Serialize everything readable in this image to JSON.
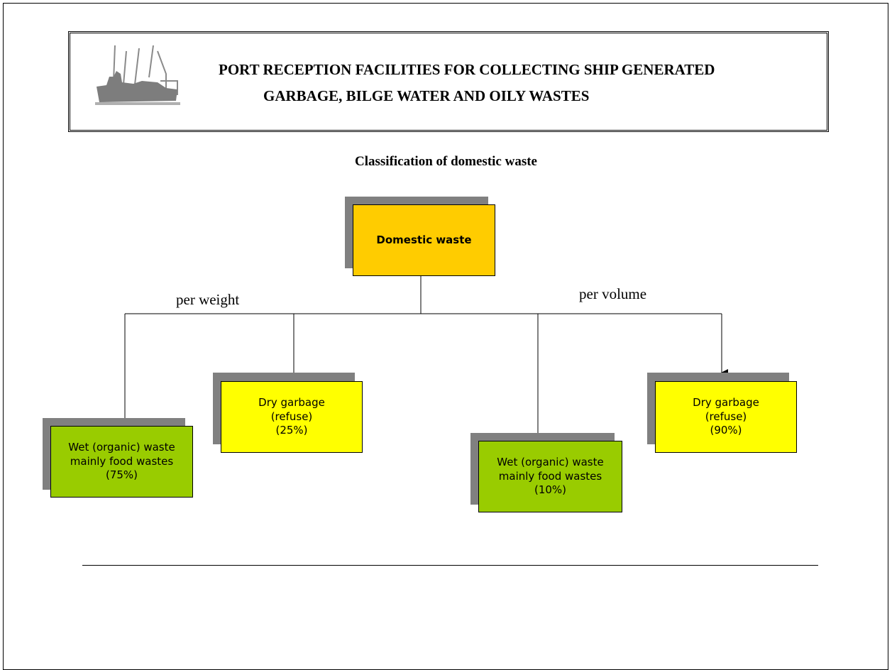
{
  "header": {
    "title_line1": "PORT RECEPTION FACILITIES FOR COLLECTING SHIP GENERATED",
    "title_line2": "GARBAGE, BILGE WATER AND OILY WASTES"
  },
  "diagram": {
    "title": "Classification of domestic waste",
    "root": {
      "label": "Domestic waste",
      "color": "#FFCC00"
    },
    "branch_labels": {
      "left": "per weight",
      "right": "per volume"
    },
    "nodes": [
      {
        "label": "Wet (organic) waste\nmainly food wastes\n(75%)",
        "color": "#99CC00"
      },
      {
        "label": "Dry  garbage\n(refuse)\n(25%)",
        "color": "#FFFF00"
      },
      {
        "label": "Wet (organic) waste\nmainly food wastes\n(10%)",
        "color": "#99CC00"
      },
      {
        "label": "Dry  garbage\n(refuse)\n(90%)",
        "color": "#FFFF00"
      }
    ]
  }
}
